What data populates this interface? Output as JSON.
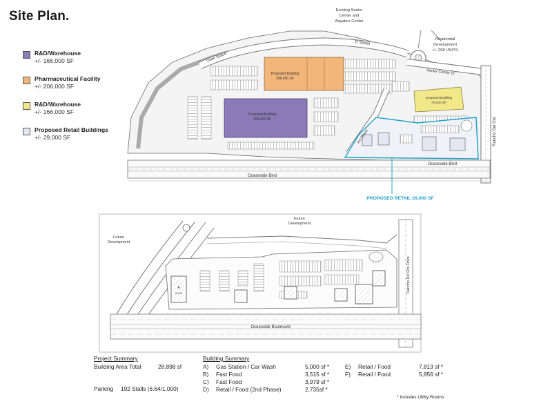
{
  "page": {
    "title": "Site Plan."
  },
  "legend": [
    {
      "name": "R&D/Warehouse",
      "area": "+/- 166,000 SF",
      "color": "#8a7ab7"
    },
    {
      "name": "Pharmaceutical Facility",
      "area": "+/- 206,000 SF",
      "color": "#f2b67a"
    },
    {
      "name": "R&D/Warehouse",
      "area": "+/- 166,000 SF",
      "color": "#f2e88a"
    },
    {
      "name": "Proposed Retail Buildings",
      "area": "+/- 29,000 SF",
      "color": "#e4e7f2"
    }
  ],
  "top_plan": {
    "existing_center": [
      "Existing Senior",
      "Center and",
      "Aquatics Center"
    ],
    "residential": [
      "Residential",
      "Development",
      "+/- 268 UNITS"
    ],
    "open_space": "Open Space",
    "d_street": "D Street",
    "senior_center_dr": "Senior Center Dr",
    "building_pharma": [
      "Proposed Building",
      "206,000 SF"
    ],
    "building_rd": [
      "Proposed Building",
      "166,000 SF"
    ],
    "building_yellow": [
      "proposed Building",
      "70,000 SF"
    ],
    "aa_street": "AA Street",
    "rancho_del_oro": "Rancho Del Oro",
    "oceanside_blvd_left": "Oceanside Blvd",
    "oceanside_blvd_right": "Oceanside Blvd",
    "proposed_retail_label": "PROPOSED RETAIL 29,000 SF",
    "accent_color": "#1ea3c9"
  },
  "bottom_plan": {
    "future_dev_top": [
      "Future",
      "Development"
    ],
    "future_dev_left": [
      "Future",
      "Development"
    ],
    "oceanside_boulevard": "Oceanside Boulevard",
    "rancho_del_oro_drive": "Rancho Del Oro Drive",
    "pad_a": [
      "A",
      "5,000"
    ]
  },
  "project_summary": {
    "heading": "Project Summary",
    "building_area_label": "Building Area Total",
    "building_area_value": "28,898 sf",
    "parking_label": "Parking",
    "parking_value": "192 Stalls (6.64/1,000)"
  },
  "building_summary": {
    "heading": "Building Summary",
    "items": [
      {
        "letter": "A)",
        "use": "Gas Station / Car Wash",
        "size": "5,000 sf *"
      },
      {
        "letter": "B)",
        "use": "Fast Food",
        "size": "3,515 sf *"
      },
      {
        "letter": "C)",
        "use": "Fast Food",
        "size": "3,979 sf *"
      },
      {
        "letter": "D)",
        "use": "Retail / Food (2nd Phase)",
        "size": "2,735sf *"
      },
      {
        "letter": "E)",
        "use": "Retail / Food",
        "size": "7,813 sf *"
      },
      {
        "letter": "F)",
        "use": "Retail / Food",
        "size": "5,856 sf *"
      }
    ],
    "footnote": "* Includes Utility Rooms"
  }
}
